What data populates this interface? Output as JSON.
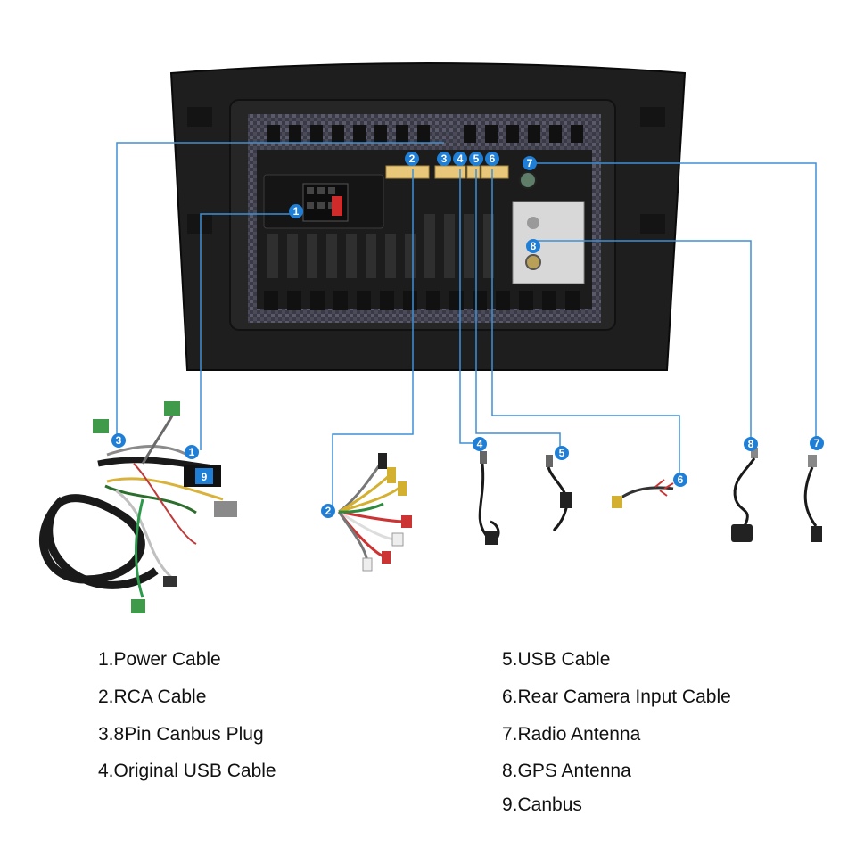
{
  "badges": [
    "1",
    "2",
    "3",
    "4",
    "5",
    "6",
    "7",
    "8",
    "9"
  ],
  "legend": {
    "left": [
      "1.Power Cable",
      "2.RCA Cable",
      "3.8Pin Canbus Plug",
      "4.Original USB Cable"
    ],
    "right": [
      "5.USB Cable",
      "6.Rear Camera Input Cable",
      "7.Radio Antenna",
      "8.GPS Antenna",
      "9.Canbus"
    ]
  },
  "colors": {
    "callout_line": "#3d8fd6",
    "badge": "#1f7fd6",
    "unit_body": "#2a2a2a",
    "connector": "#e8c77a",
    "cable": "#1a1a1a",
    "green_plug": "#3f9a4a"
  },
  "icons": [
    "head-unit-back-panel",
    "power-harness",
    "rca-cable",
    "usb-cable",
    "camera-cable",
    "gps-antenna",
    "radio-antenna-adapter"
  ]
}
